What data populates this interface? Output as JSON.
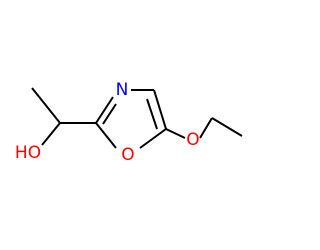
{
  "molecule": {
    "atoms": {
      "n_label": "N",
      "o_ring_label": "O",
      "o_ether_label": "O",
      "oh_label": "HO"
    },
    "colors": {
      "bond": "#000000",
      "nitrogen": "#0000ff",
      "oxygen": "#ff0000"
    }
  }
}
